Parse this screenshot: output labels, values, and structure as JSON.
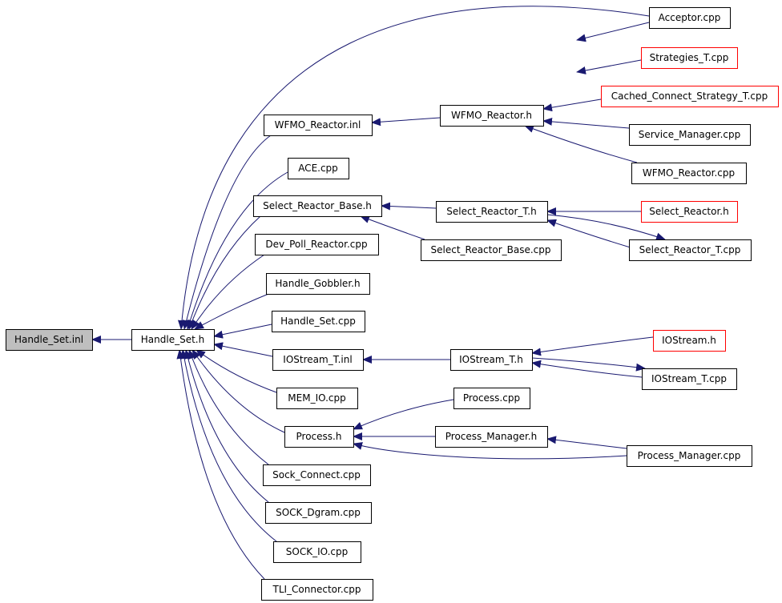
{
  "colors": {
    "edge": "#191970",
    "border_default": "#000000",
    "border_truncated": "#ff0000",
    "fill_default": "#ffffff",
    "fill_root": "#bfbfbf"
  },
  "nodes": [
    {
      "id": "handle_set_inl",
      "label": "Handle_Set.inl",
      "style": "root"
    },
    {
      "id": "handle_set_h",
      "label": "Handle_Set.h",
      "style": "default"
    },
    {
      "id": "acceptor_cpp",
      "label": "Acceptor.cpp",
      "style": "default"
    },
    {
      "id": "strategies_t_cpp",
      "label": "Strategies_T.cpp",
      "style": "truncated"
    },
    {
      "id": "cached_connect_strategy_t_cpp",
      "label": "Cached_Connect_Strategy_T.cpp",
      "style": "truncated"
    },
    {
      "id": "wfmo_reactor_inl",
      "label": "WFMO_Reactor.inl",
      "style": "default"
    },
    {
      "id": "wfmo_reactor_h",
      "label": "WFMO_Reactor.h",
      "style": "default"
    },
    {
      "id": "service_manager_cpp",
      "label": "Service_Manager.cpp",
      "style": "default"
    },
    {
      "id": "wfmo_reactor_cpp",
      "label": "WFMO_Reactor.cpp",
      "style": "default"
    },
    {
      "id": "ace_cpp",
      "label": "ACE.cpp",
      "style": "default"
    },
    {
      "id": "select_reactor_base_h",
      "label": "Select_Reactor_Base.h",
      "style": "default"
    },
    {
      "id": "select_reactor_t_h",
      "label": "Select_Reactor_T.h",
      "style": "default"
    },
    {
      "id": "select_reactor_h",
      "label": "Select_Reactor.h",
      "style": "truncated"
    },
    {
      "id": "select_reactor_base_cpp",
      "label": "Select_Reactor_Base.cpp",
      "style": "default"
    },
    {
      "id": "select_reactor_t_cpp",
      "label": "Select_Reactor_T.cpp",
      "style": "default"
    },
    {
      "id": "dev_poll_reactor_cpp",
      "label": "Dev_Poll_Reactor.cpp",
      "style": "default"
    },
    {
      "id": "handle_gobbler_h",
      "label": "Handle_Gobbler.h",
      "style": "default"
    },
    {
      "id": "handle_set_cpp",
      "label": "Handle_Set.cpp",
      "style": "default"
    },
    {
      "id": "iostream_t_inl",
      "label": "IOStream_T.inl",
      "style": "default"
    },
    {
      "id": "iostream_t_h",
      "label": "IOStream_T.h",
      "style": "default"
    },
    {
      "id": "iostream_h",
      "label": "IOStream.h",
      "style": "truncated"
    },
    {
      "id": "iostream_t_cpp",
      "label": "IOStream_T.cpp",
      "style": "default"
    },
    {
      "id": "mem_io_cpp",
      "label": "MEM_IO.cpp",
      "style": "default"
    },
    {
      "id": "process_cpp",
      "label": "Process.cpp",
      "style": "default"
    },
    {
      "id": "process_h",
      "label": "Process.h",
      "style": "default"
    },
    {
      "id": "process_manager_h",
      "label": "Process_Manager.h",
      "style": "default"
    },
    {
      "id": "process_manager_cpp",
      "label": "Process_Manager.cpp",
      "style": "default"
    },
    {
      "id": "sock_connect_cpp",
      "label": "Sock_Connect.cpp",
      "style": "default"
    },
    {
      "id": "sock_dgram_cpp",
      "label": "SOCK_Dgram.cpp",
      "style": "default"
    },
    {
      "id": "sock_io_cpp",
      "label": "SOCK_IO.cpp",
      "style": "default"
    },
    {
      "id": "tli_connector_cpp",
      "label": "TLI_Connector.cpp",
      "style": "default"
    }
  ],
  "edges": [
    {
      "from": "handle_set_h",
      "to": "handle_set_inl"
    },
    {
      "from": "acceptor_cpp",
      "to": "handle_set_h"
    },
    {
      "from": "wfmo_reactor_inl",
      "to": "handle_set_h"
    },
    {
      "from": "ace_cpp",
      "to": "handle_set_h"
    },
    {
      "from": "select_reactor_base_h",
      "to": "handle_set_h"
    },
    {
      "from": "dev_poll_reactor_cpp",
      "to": "handle_set_h"
    },
    {
      "from": "handle_gobbler_h",
      "to": "handle_set_h"
    },
    {
      "from": "handle_set_cpp",
      "to": "handle_set_h"
    },
    {
      "from": "iostream_t_inl",
      "to": "handle_set_h"
    },
    {
      "from": "mem_io_cpp",
      "to": "handle_set_h"
    },
    {
      "from": "process_h",
      "to": "handle_set_h"
    },
    {
      "from": "sock_connect_cpp",
      "to": "handle_set_h"
    },
    {
      "from": "sock_dgram_cpp",
      "to": "handle_set_h"
    },
    {
      "from": "sock_io_cpp",
      "to": "handle_set_h"
    },
    {
      "from": "tli_connector_cpp",
      "to": "handle_set_h"
    },
    {
      "from": "wfmo_reactor_h",
      "to": "wfmo_reactor_inl"
    },
    {
      "from": "acceptor_cpp",
      "to": "wfmo_reactor_h"
    },
    {
      "from": "strategies_t_cpp",
      "to": "wfmo_reactor_h"
    },
    {
      "from": "cached_connect_strategy_t_cpp",
      "to": "wfmo_reactor_h"
    },
    {
      "from": "service_manager_cpp",
      "to": "wfmo_reactor_h"
    },
    {
      "from": "wfmo_reactor_cpp",
      "to": "wfmo_reactor_h"
    },
    {
      "from": "select_reactor_t_h",
      "to": "select_reactor_base_h"
    },
    {
      "from": "select_reactor_base_cpp",
      "to": "select_reactor_base_h"
    },
    {
      "from": "select_reactor_h",
      "to": "select_reactor_t_h"
    },
    {
      "from": "select_reactor_t_cpp",
      "to": "select_reactor_t_h"
    },
    {
      "from": "select_reactor_t_h",
      "to": "select_reactor_t_cpp"
    },
    {
      "from": "iostream_t_h",
      "to": "iostream_t_inl"
    },
    {
      "from": "iostream_h",
      "to": "iostream_t_h"
    },
    {
      "from": "iostream_t_cpp",
      "to": "iostream_t_h"
    },
    {
      "from": "iostream_t_h",
      "to": "iostream_t_cpp"
    },
    {
      "from": "process_cpp",
      "to": "process_h"
    },
    {
      "from": "process_manager_h",
      "to": "process_h"
    },
    {
      "from": "process_manager_cpp",
      "to": "process_h"
    },
    {
      "from": "process_manager_cpp",
      "to": "process_manager_h"
    }
  ]
}
